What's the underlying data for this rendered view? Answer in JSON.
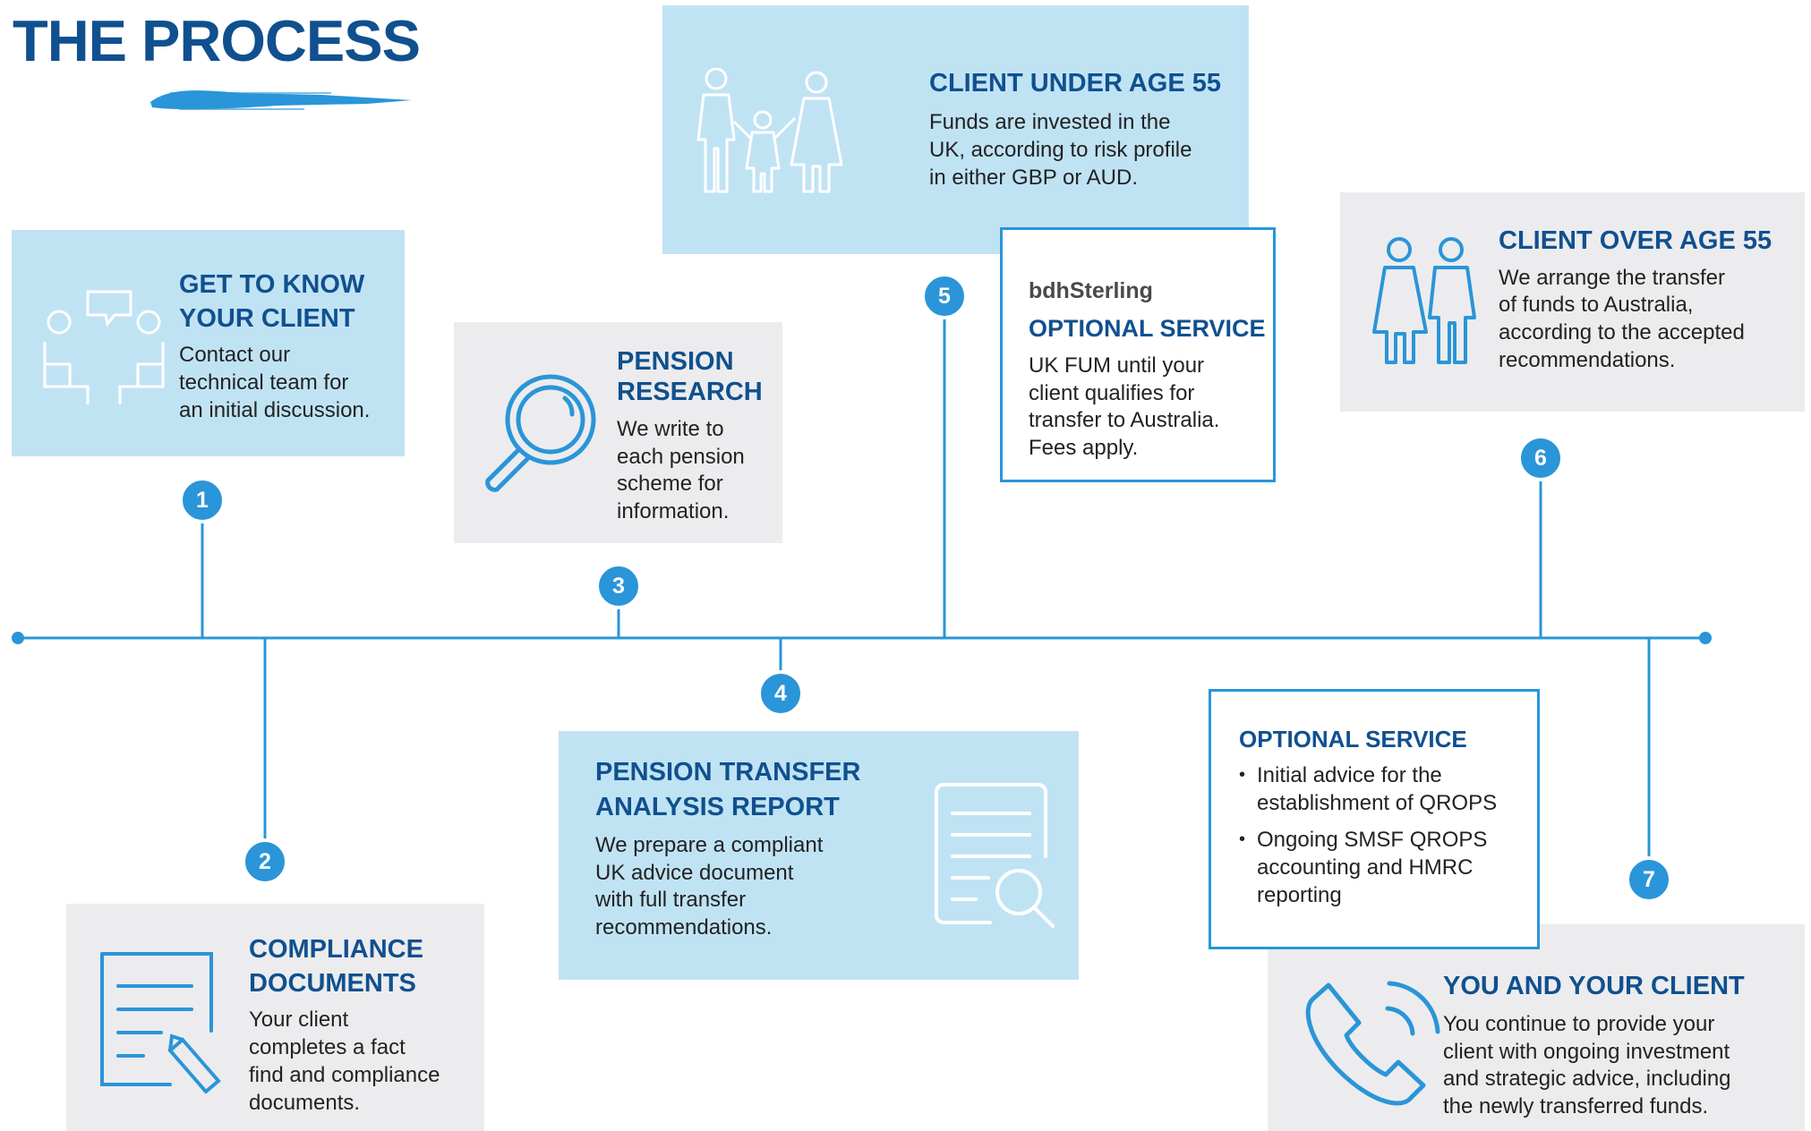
{
  "page": {
    "title": "THE PROCESS"
  },
  "colors": {
    "accent_blue": "#2a95d8",
    "heading_navy": "#10508f",
    "card_blue": "#c0e3f4",
    "card_grey": "#ececee",
    "icon_white": "#ffffff",
    "icon_blue": "#2a95d8"
  },
  "steps": [
    {
      "number": "1",
      "title_line1": "GET TO KNOW",
      "title_line2": "YOUR CLIENT",
      "body": [
        "Contact our",
        "technical team for",
        "an initial discussion."
      ],
      "icon": "conversation-icon"
    },
    {
      "number": "2",
      "title_line1": "COMPLIANCE",
      "title_line2": "DOCUMENTS",
      "body": [
        "Your client",
        "completes a fact",
        "find and compliance",
        "documents."
      ],
      "icon": "document-pencil-icon"
    },
    {
      "number": "3",
      "title_line1": "PENSION",
      "title_line2": "RESEARCH",
      "body": [
        "We write to",
        "each pension",
        "scheme for",
        "information."
      ],
      "icon": "magnifier-icon"
    },
    {
      "number": "4",
      "title_line1": "PENSION TRANSFER",
      "title_line2": "ANALYSIS REPORT",
      "body": [
        "We prepare a compliant",
        "UK advice document",
        "with full transfer",
        "recommendations."
      ],
      "icon": "document-search-icon"
    },
    {
      "number": "5",
      "title_line1": "CLIENT UNDER AGE 55",
      "body": [
        "Funds are invested in the",
        "UK, according to risk profile",
        "in either GBP or AUD."
      ],
      "icon": "family-icon"
    },
    {
      "number": "6",
      "title_line1": "CLIENT OVER AGE 55",
      "body": [
        "We arrange the transfer",
        "of funds to Australia,",
        "according to the accepted",
        "recommendations."
      ],
      "icon": "couple-icon"
    },
    {
      "number": "7",
      "title_line1": "YOU AND YOUR CLIENT",
      "body": [
        "You continue to provide your",
        "client with ongoing investment",
        "and strategic advice, including",
        "the newly transferred funds."
      ],
      "icon": "phone-icon"
    }
  ],
  "optional_service_5": {
    "brand": "bdhSterling",
    "title": "OPTIONAL SERVICE",
    "body": [
      "UK FUM until your",
      "client qualifies for",
      "transfer to Australia.",
      "Fees apply."
    ]
  },
  "optional_service_7": {
    "title": "OPTIONAL SERVICE",
    "bullets": [
      [
        "Initial advice for the",
        "establishment of QROPS"
      ],
      [
        "Ongoing SMSF QROPS",
        "accounting and HMRC",
        "reporting"
      ]
    ]
  }
}
